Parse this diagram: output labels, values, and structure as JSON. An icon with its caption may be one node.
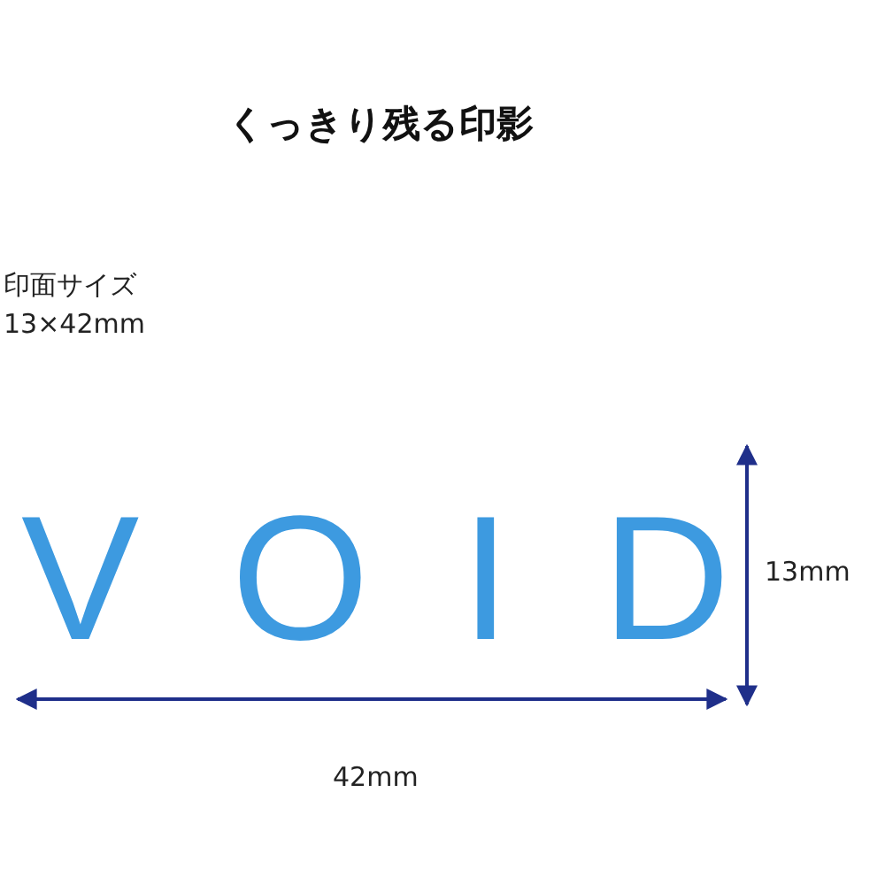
{
  "diagram": {
    "title": "くっきり残る印影",
    "labels": [
      "印面サイズ 13×42mm",
      "VOID",
      "13mm",
      "42mm"
    ]
  }
}
